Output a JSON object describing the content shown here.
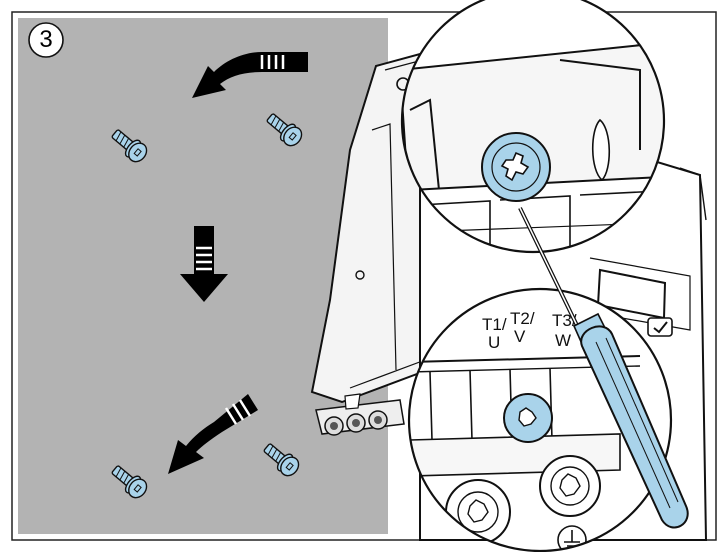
{
  "step": {
    "number": "3"
  },
  "terminals": [
    {
      "top": "T1/",
      "bottom": "U"
    },
    {
      "top": "T2/",
      "bottom": "V"
    },
    {
      "top": "T3/",
      "bottom": "W"
    }
  ],
  "colors": {
    "wall": "#b3b3b3",
    "screw": "#a9d3ea",
    "screwdriver_handle": "#a9d3ea",
    "outline": "#111111",
    "frame": "#222222"
  },
  "icons": [
    "removal-arrow-icon",
    "screw-icon",
    "screwdriver-icon",
    "ground-icon",
    "ok-key-icon"
  ]
}
